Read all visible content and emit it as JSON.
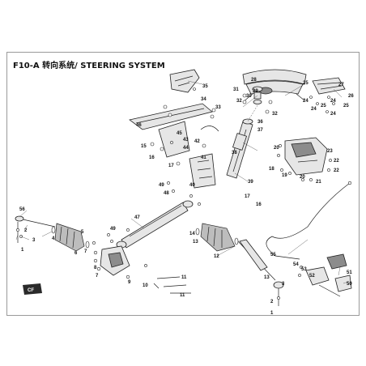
{
  "title": "F10-A 转向系统/ STEERING SYSTEM",
  "logo": {
    "text": "CF"
  },
  "parts": {
    "p1a": "1",
    "p2a": "2",
    "p3a": "3",
    "p4a": "4",
    "p5a": "5",
    "p6a": "6",
    "p7a": "7",
    "p7b": "7",
    "p8a": "8",
    "p9a": "9",
    "p10a": "10",
    "p11a": "11",
    "p11b": "11",
    "p12a": "12",
    "p13a": "13",
    "p14a": "14",
    "p15a": "15",
    "p16a": "16",
    "p16b": "16",
    "p17a": "17",
    "p17b": "17",
    "p18a": "18",
    "p19a": "19",
    "p20a": "20",
    "p20b": "20",
    "p21a": "21",
    "p22a": "22",
    "p22b": "22",
    "p23a": "23",
    "p24a": "24",
    "p24b": "24",
    "p24c": "24",
    "p24d": "24",
    "p25a": "25",
    "p25b": "25",
    "p25c": "25",
    "p26a": "26",
    "p27a": "27",
    "p28a": "28",
    "p29a": "29",
    "p30a": "30",
    "p31a": "31",
    "p32a": "32",
    "p32b": "32",
    "p33a": "33",
    "p34a": "34",
    "p35a": "35",
    "p36a": "36",
    "p37a": "37",
    "p38a": "38",
    "p39a": "39",
    "p40a": "40",
    "p41a": "41",
    "p42a": "42",
    "p43a": "43",
    "p44a": "44",
    "p45a": "45",
    "p46a": "46",
    "p47a": "47",
    "p48a": "48",
    "p49a": "49",
    "p49b": "49",
    "p50a": "50",
    "p51a": "51",
    "p52a": "52",
    "p53a": "53",
    "p54a": "54",
    "p55a": "55",
    "p56a": "56",
    "p1b": "1",
    "p2b": "2",
    "p3b": "3",
    "p13b": "13"
  }
}
